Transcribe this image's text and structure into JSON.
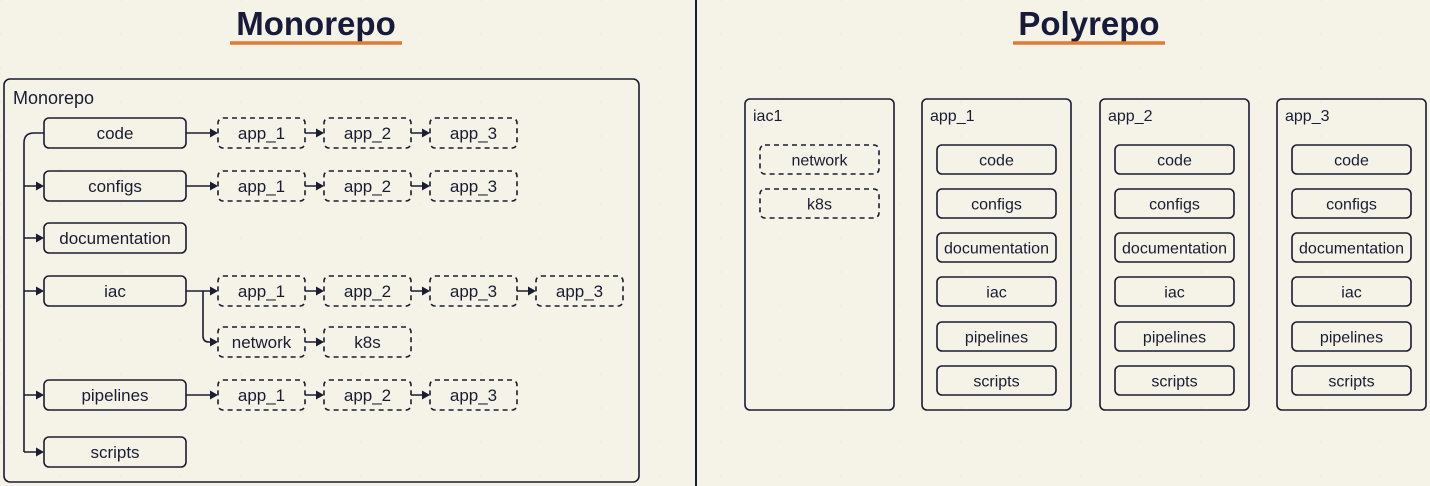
{
  "left": {
    "title": "Monorepo",
    "panel_label": "Monorepo",
    "rows": [
      {
        "folder": "code",
        "apps": [
          "app_1",
          "app_2",
          "app_3"
        ]
      },
      {
        "folder": "configs",
        "apps": [
          "app_1",
          "app_2",
          "app_3"
        ]
      },
      {
        "folder": "documentation",
        "apps": []
      },
      {
        "folder": "iac",
        "apps": [
          "app_1",
          "app_2",
          "app_3",
          "app_3"
        ],
        "sub": [
          "network",
          "k8s"
        ]
      },
      {
        "folder": "pipelines",
        "apps": [
          "app_1",
          "app_2",
          "app_3"
        ]
      },
      {
        "folder": "scripts",
        "apps": []
      }
    ]
  },
  "right": {
    "title": "Polyrepo",
    "repos": [
      {
        "name": "iac1",
        "items": [
          "network",
          "k8s"
        ],
        "dashed": true
      },
      {
        "name": "app_1",
        "items": [
          "code",
          "configs",
          "documentation",
          "iac",
          "pipelines",
          "scripts"
        ],
        "dashed": false
      },
      {
        "name": "app_2",
        "items": [
          "code",
          "configs",
          "documentation",
          "iac",
          "pipelines",
          "scripts"
        ],
        "dashed": false
      },
      {
        "name": "app_3",
        "items": [
          "code",
          "configs",
          "documentation",
          "iac",
          "pipelines",
          "scripts"
        ],
        "dashed": false
      }
    ]
  },
  "colors": {
    "ink": "#1a1c30",
    "accent": "#e07b33",
    "background": "#f5f2e8"
  }
}
